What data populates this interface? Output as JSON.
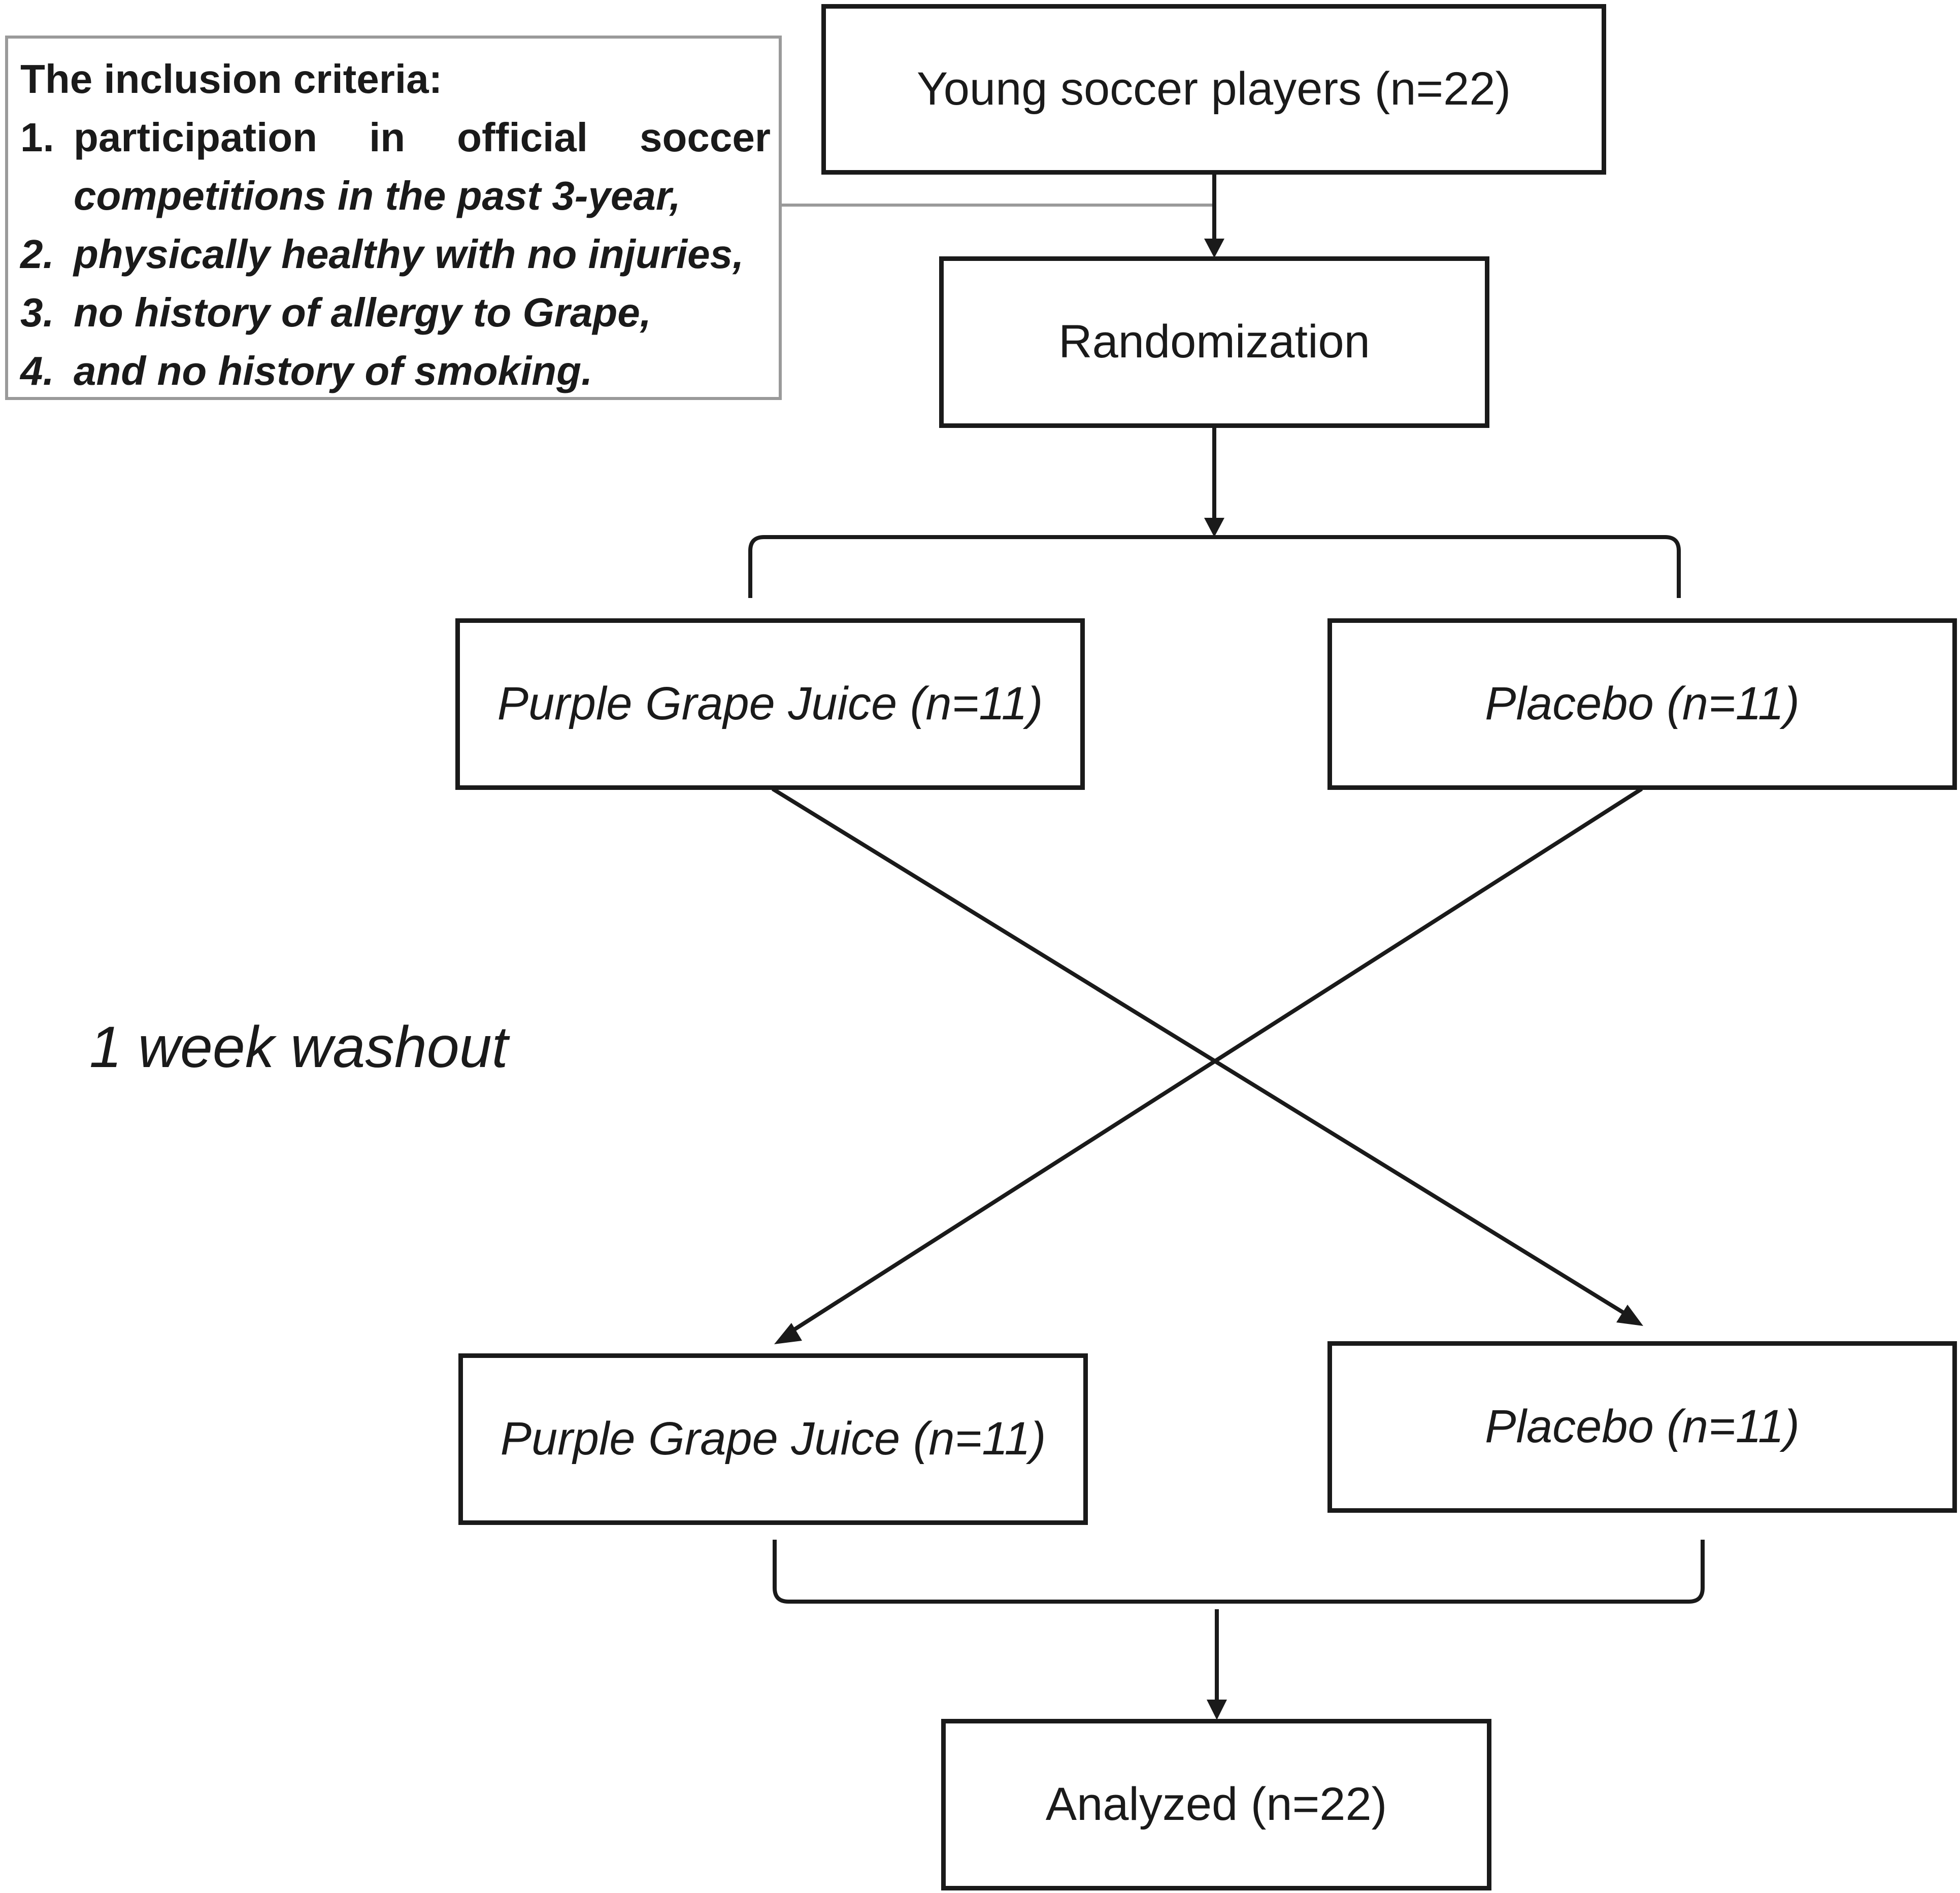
{
  "criteria": {
    "title": "The inclusion criteria:",
    "items": [
      {
        "num": "1.",
        "line1_words": [
          "participation",
          "in",
          "official",
          "soccer"
        ],
        "line2": "competitions in the past 3-year,"
      },
      {
        "num": "2.",
        "text": "physically healthy with no injuries,"
      },
      {
        "num": "3.",
        "text": "no history of allergy to Grape,"
      },
      {
        "num": "4.",
        "text": "and no history of smoking."
      }
    ]
  },
  "nodes": {
    "start": "Young soccer players (n=22)",
    "randomization": "Randomization",
    "arm1_top": "Purple Grape Juice (n=11)",
    "arm2_top": "Placebo (n=11)",
    "arm1_bottom": "Purple Grape Juice (n=11)",
    "arm2_bottom": "Placebo (n=11)",
    "analyzed": "Analyzed (n=22)"
  },
  "washout_label": "1 week washout",
  "colors": {
    "line": "#1a1a1a",
    "criteria_border": "#9a9a9a"
  }
}
